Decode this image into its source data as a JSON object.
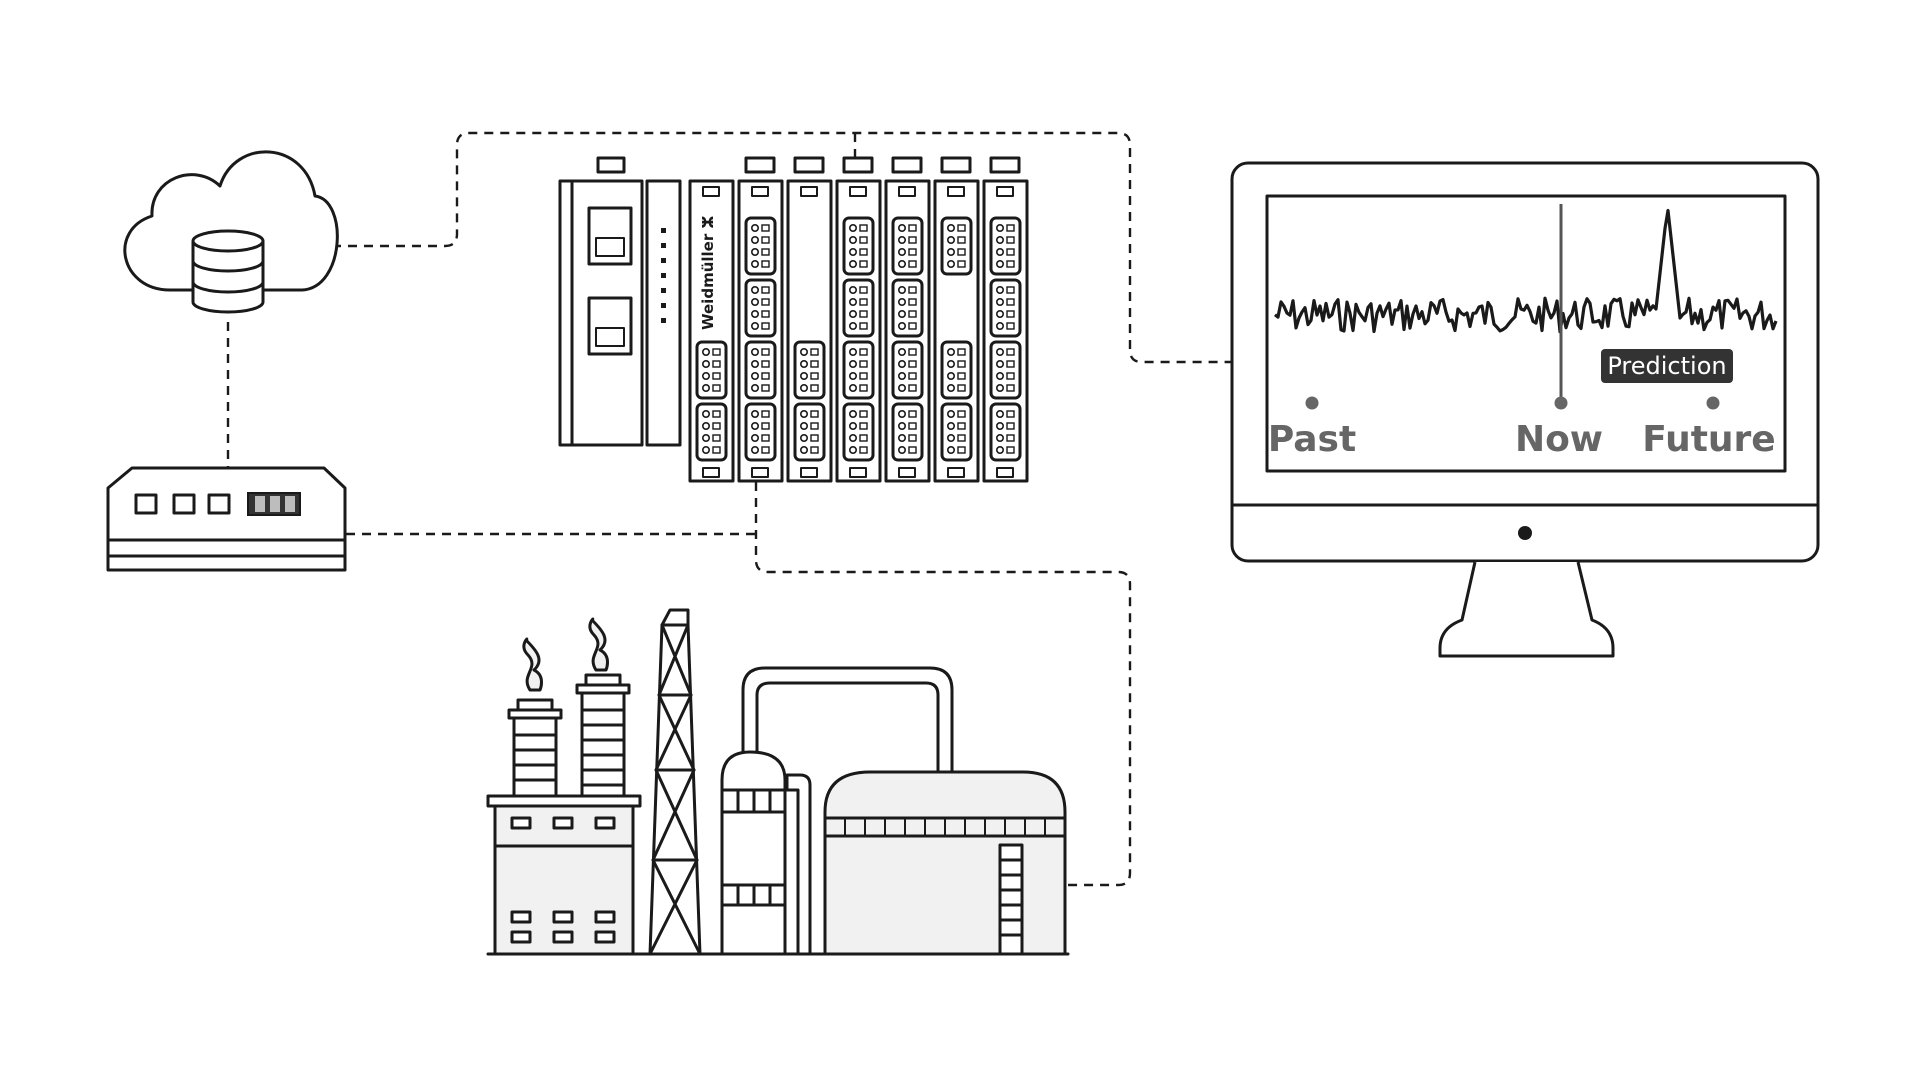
{
  "monitor": {
    "labels": {
      "past": "Past",
      "now": "Now",
      "future": "Future",
      "prediction": "Prediction"
    }
  },
  "controller": {
    "brand": "Weidmüller ⵣ"
  },
  "colors": {
    "line": "#1a1a1a",
    "label": "#666666",
    "badge": "#333333",
    "fill_light": "#f1f1f1"
  },
  "icons": [
    "cloud-database-icon",
    "network-switch-icon",
    "io-controller-icon",
    "factory-icon",
    "monitor-icon"
  ]
}
